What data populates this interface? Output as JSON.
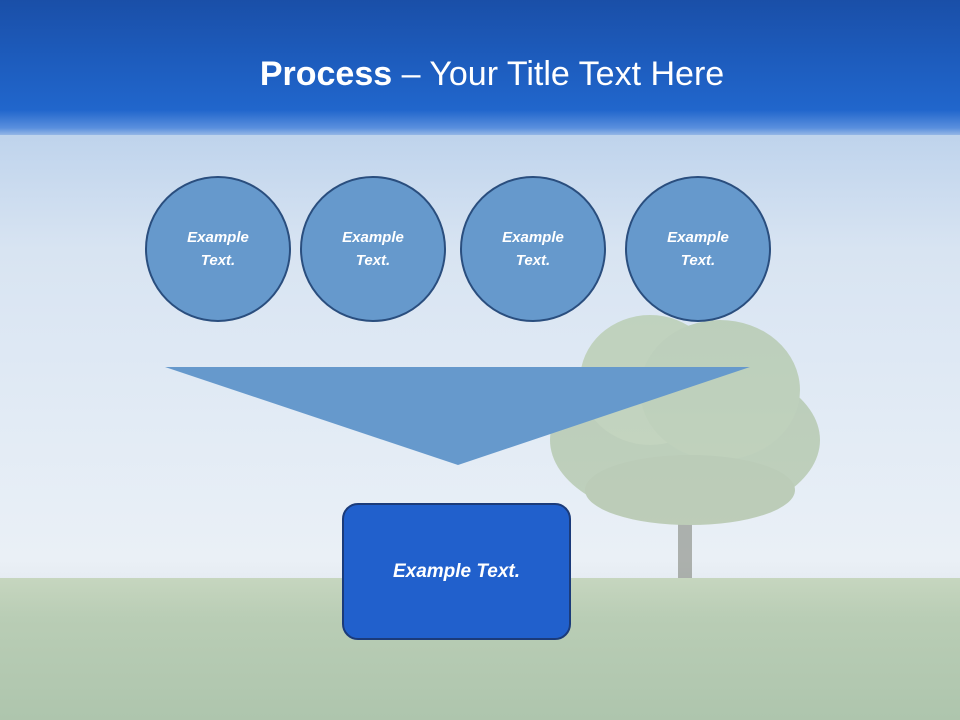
{
  "slide": {
    "title_bold": "Process",
    "title_rest": " – Your Title Text Here",
    "circles": [
      {
        "line1": "Example",
        "line2": "Text."
      },
      {
        "line1": "Example",
        "line2": "Text."
      },
      {
        "line1": "Example",
        "line2": "Text."
      },
      {
        "line1": "Example",
        "line2": "Text."
      }
    ],
    "result_box": "Example Text."
  },
  "colors": {
    "title_band": "#1d5cbd",
    "circle_fill": "#6699cc",
    "circle_border": "#2a4e7e",
    "funnel_fill": "#6699cc",
    "result_fill": "#2160cc",
    "result_border": "#1b3b7a"
  }
}
